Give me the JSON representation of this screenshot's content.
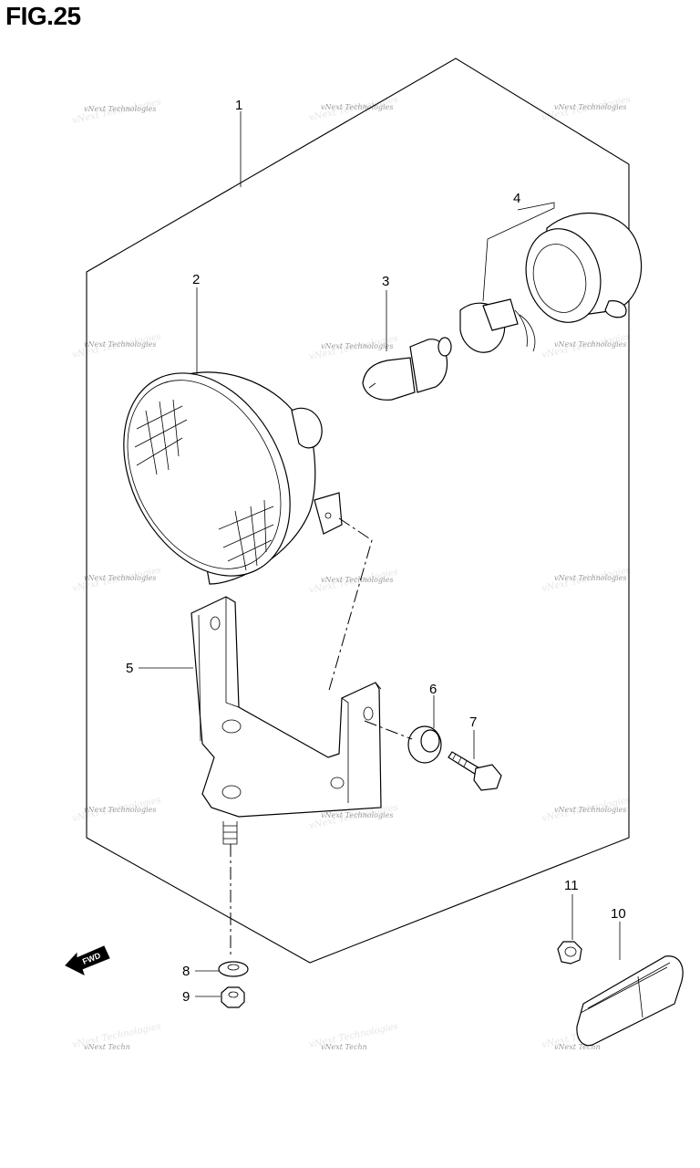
{
  "figure": {
    "title": "FIG.25"
  },
  "callouts": {
    "c1": "1",
    "c2": "2",
    "c3": "3",
    "c4": "4",
    "c5": "5",
    "c6": "6",
    "c7": "7",
    "c8": "8",
    "c9": "9",
    "c10": "10",
    "c11": "11"
  },
  "watermark": {
    "text": "vNext Technologies",
    "short": "vNext Techn"
  },
  "direction_arrow": {
    "label": "FWD"
  }
}
